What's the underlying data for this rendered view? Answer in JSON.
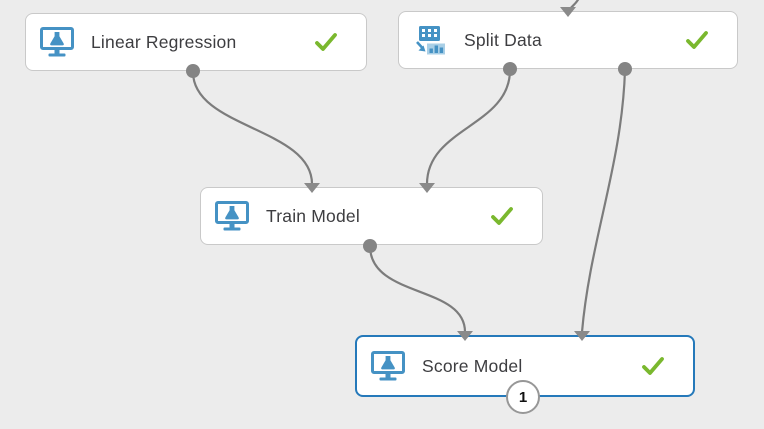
{
  "canvas": {
    "background_color": "#ececec",
    "type": "ml-experiment-graph"
  },
  "colors": {
    "selected_border": "#2579ba",
    "icon_blue": "#4592c4",
    "icon_blue_light": "#a9cfe6",
    "check_green": "#7ab82e",
    "edge_gray": "#7c7c7c",
    "port_gray": "#848484",
    "node_border": "#c9c9c9",
    "label_text": "#3d3d40"
  },
  "nodes": [
    {
      "id": "linear-regression",
      "label": "Linear Regression",
      "icon": "ml-module-icon",
      "status": "completed",
      "status_icon": "check-icon",
      "selected": false,
      "inputs": 0,
      "outputs": 1
    },
    {
      "id": "split-data",
      "label": "Split Data",
      "icon": "split-data-icon",
      "status": "completed",
      "status_icon": "check-icon",
      "selected": false,
      "inputs": 1,
      "outputs": 2
    },
    {
      "id": "train-model",
      "label": "Train Model",
      "icon": "ml-module-icon",
      "status": "completed",
      "status_icon": "check-icon",
      "selected": false,
      "inputs": 2,
      "outputs": 1
    },
    {
      "id": "score-model",
      "label": "Score Model",
      "icon": "ml-module-icon",
      "status": "completed",
      "status_icon": "check-icon",
      "selected": true,
      "inputs": 2,
      "outputs": 1,
      "output_port_badge": "1"
    }
  ],
  "edges": [
    {
      "from": "offscreen-top",
      "to": "split-data.input1"
    },
    {
      "from": "linear-regression.output1",
      "to": "train-model.input1"
    },
    {
      "from": "split-data.output1",
      "to": "train-model.input2"
    },
    {
      "from": "split-data.output2",
      "to": "score-model.input2"
    },
    {
      "from": "train-model.output1",
      "to": "score-model.input1"
    }
  ],
  "badge": {
    "value": "1"
  }
}
